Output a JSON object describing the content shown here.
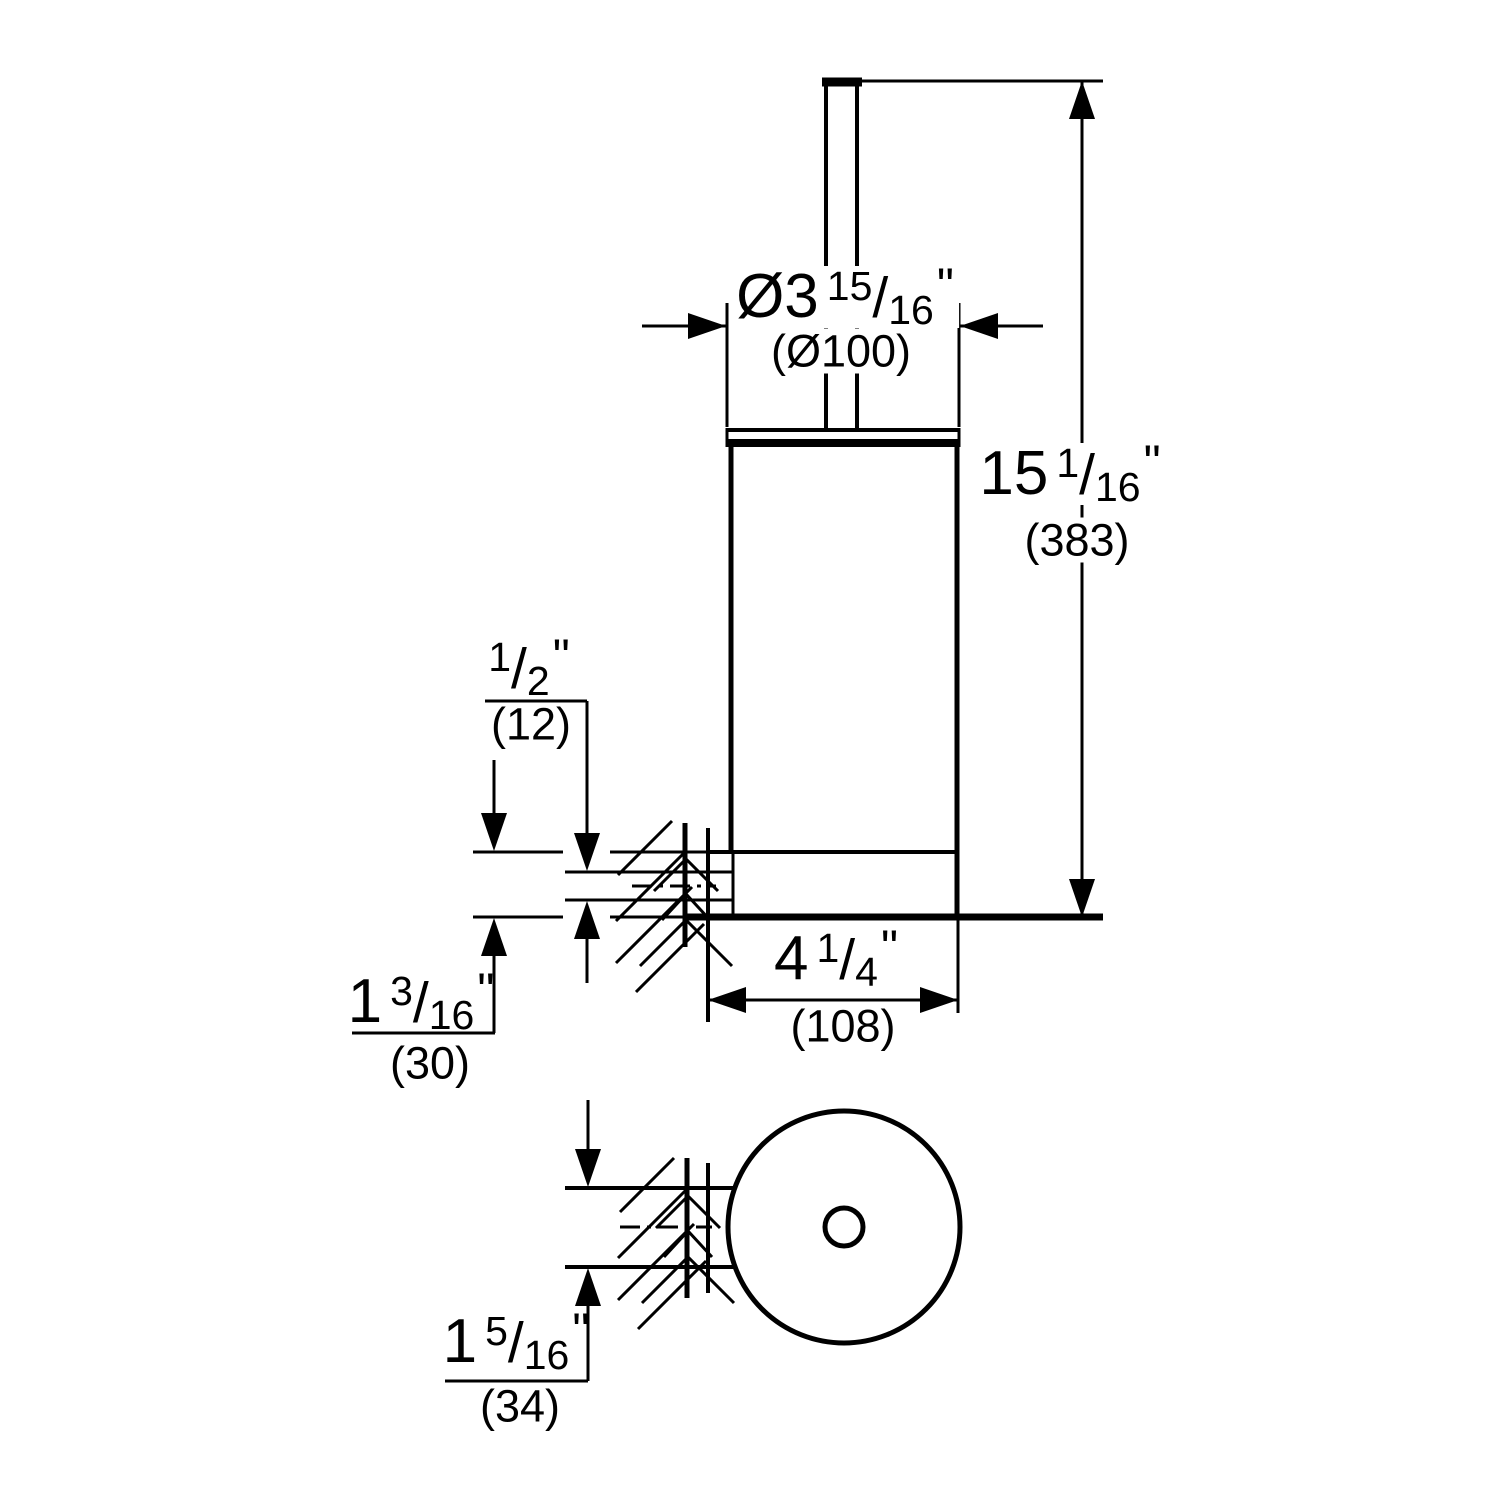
{
  "colors": {
    "line": "#000000",
    "background": "#ffffff"
  },
  "dims": {
    "diameter": {
      "whole": "Ø3",
      "num": "15",
      "slash": "/",
      "den": "16",
      "unit": "\"",
      "metric": "(Ø100)"
    },
    "height": {
      "whole": "15",
      "num": "1",
      "slash": "/",
      "den": "16",
      "unit": "\"",
      "metric": "(383)"
    },
    "screw": {
      "num": "1",
      "slash": "/",
      "den": "2",
      "unit": "\"",
      "metric": "(12)"
    },
    "base": {
      "whole": "1",
      "num": "3",
      "slash": "/",
      "den": "16",
      "unit": "\"",
      "metric": "(30)"
    },
    "width": {
      "whole": "4",
      "num": "1",
      "slash": "/",
      "den": "4",
      "unit": "\"",
      "metric": "(108)"
    },
    "mount": {
      "whole": "1",
      "num": "5",
      "slash": "/",
      "den": "16",
      "unit": "\"",
      "metric": "(34)"
    }
  }
}
